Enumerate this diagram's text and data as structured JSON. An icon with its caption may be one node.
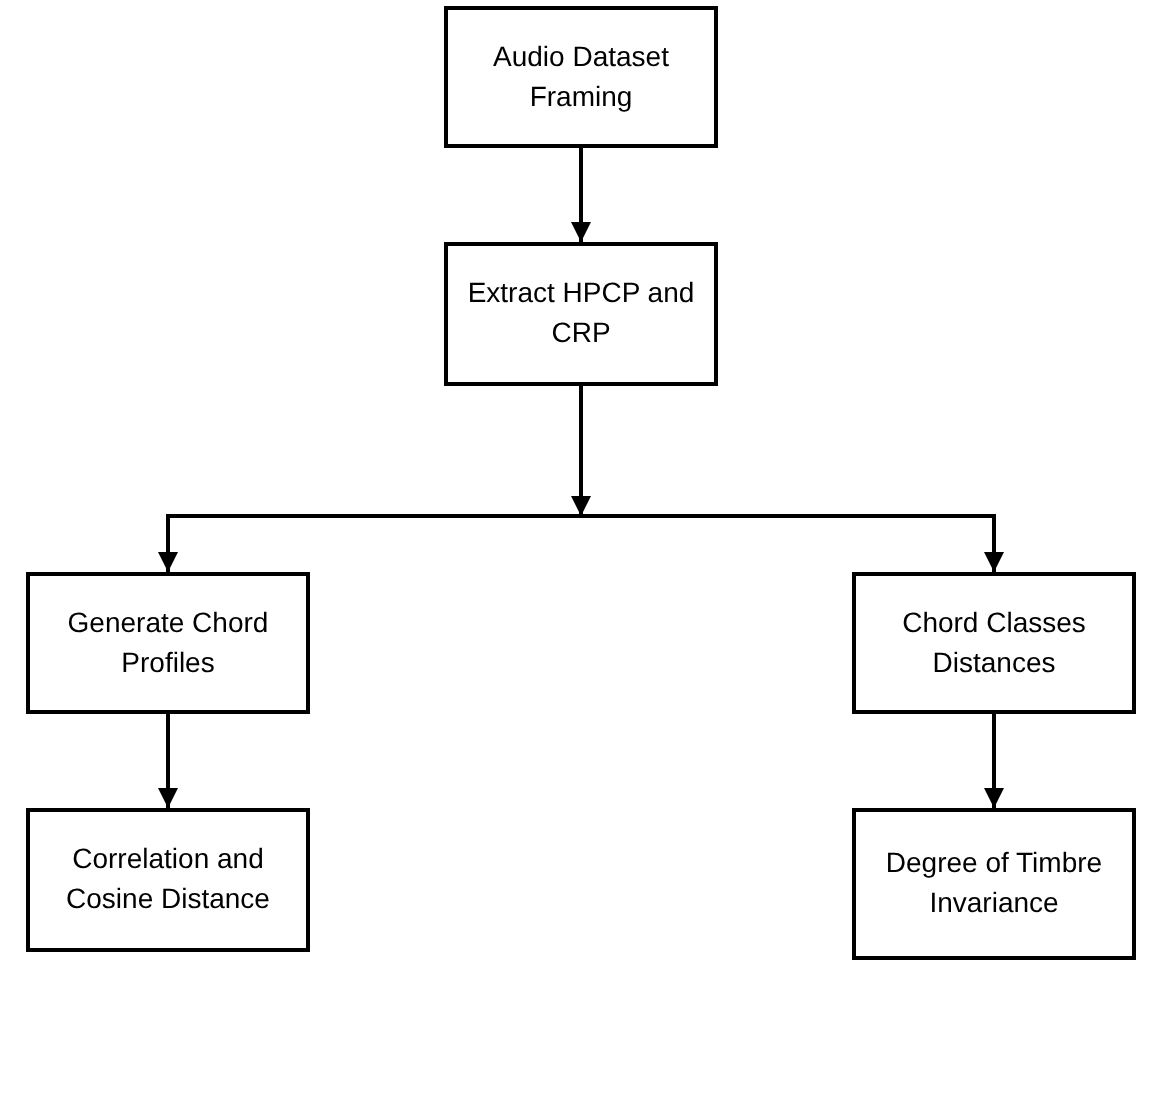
{
  "diagram": {
    "nodes": [
      {
        "text": [
          "Audio Dataset Framing"
        ]
      },
      {
        "text": [
          "Extract HPCP and CRP"
        ]
      },
      {
        "text": [
          "Generate Chord Profiles"
        ]
      },
      {
        "text": [
          "Chord Classes Distances"
        ]
      },
      {
        "text": [
          "Correlation and Cosine Distance"
        ]
      },
      {
        "text": [
          "Degree of Timbre Invariance"
        ]
      }
    ],
    "edges": [
      {
        "from": 0,
        "to": 1,
        "arrow": "to"
      },
      {
        "from": 1,
        "to": 2,
        "arrow": "to"
      },
      {
        "from": 1,
        "to": 3,
        "arrow": "to"
      },
      {
        "from": 2,
        "to": 4,
        "arrow": "to"
      },
      {
        "from": 3,
        "to": 5,
        "arrow": "to"
      }
    ]
  }
}
